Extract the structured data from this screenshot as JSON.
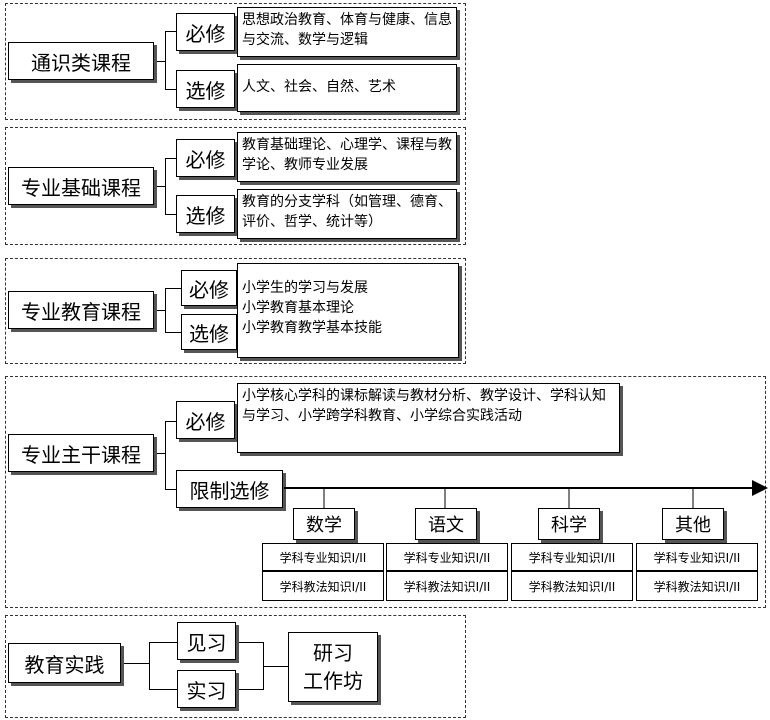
{
  "general": {
    "title": "通识类课程",
    "required_label": "必修",
    "required_text": "思想政治教育、体育与健康、信息与交流、数学与逻辑",
    "elective_label": "选修",
    "elective_text": "人文、社会、自然、艺术"
  },
  "foundation": {
    "title": "专业基础课程",
    "required_label": "必修",
    "required_text": "教育基础理论、心理学、课程与教学论、教师专业发展",
    "elective_label": "选修",
    "elective_text": "教育的分支学科（如管理、德育、评价、哲学、统计等）"
  },
  "professional": {
    "title": "专业教育课程",
    "required_label": "必修",
    "elective_label": "选修",
    "items": [
      "小学生的学习与发展",
      "小学教育基本理论",
      "小学教育教学基本技能"
    ]
  },
  "core": {
    "title": "专业主干课程",
    "required_label": "必修",
    "required_text": "小学核心学科的课标解读与教材分析、教学设计、学科认知与学习、小学跨学科教育、小学综合实践活动",
    "restricted_label": "限制选修",
    "subjects": [
      {
        "name": "数学",
        "k1": "学科专业知识I/II",
        "k2": "学科教法知识I/II"
      },
      {
        "name": "语文",
        "k1": "学科专业知识I/II",
        "k2": "学科教法知识I/II"
      },
      {
        "name": "科学",
        "k1": "学科专业知识I/II",
        "k2": "学科教法知识I/II"
      },
      {
        "name": "其他",
        "k1": "学科专业知识I/II",
        "k2": "学科教法知识I/II"
      }
    ]
  },
  "practice": {
    "title": "教育实践",
    "observe": "见习",
    "intern": "实习",
    "workshop_line1": "研习",
    "workshop_line2": "工作坊"
  }
}
